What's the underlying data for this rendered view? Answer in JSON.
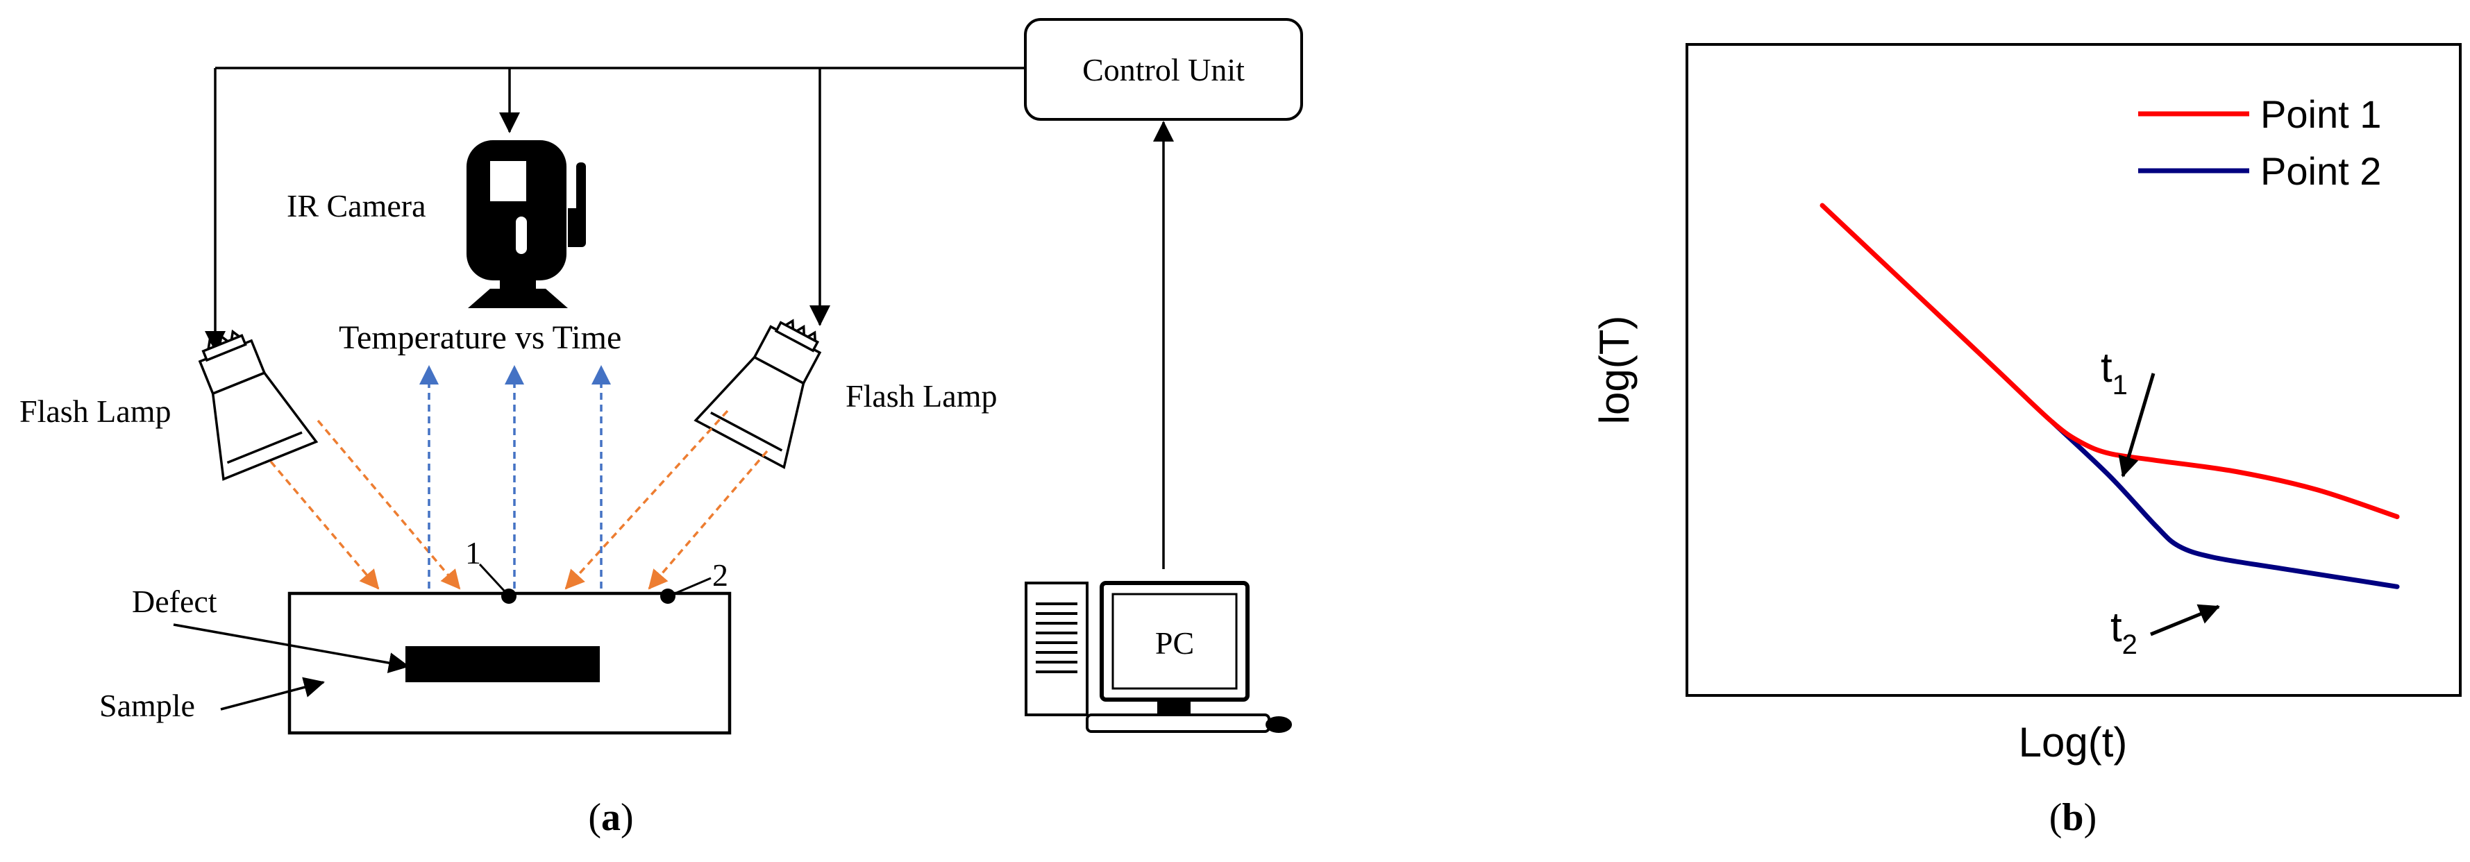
{
  "panel_a": {
    "control_unit_label": "Control Unit",
    "ir_camera_label": "IR Camera",
    "temperature_label": "Temperature vs Time",
    "flash_lamp_left_label": "Flash Lamp",
    "flash_lamp_right_label": "Flash Lamp",
    "point1_label": "1",
    "point2_label": "2",
    "defect_label": "Defect",
    "sample_label": "Sample",
    "pc_label": "PC",
    "caption_open": "(",
    "caption_letter": "a",
    "caption_close": ")"
  },
  "panel_b": {
    "caption_open": "(",
    "caption_letter": "b",
    "caption_close": ")",
    "t1_main": "t",
    "t1_sub": "1",
    "t2_main": "t",
    "t2_sub": "2"
  },
  "colors": {
    "point1": "#ff0000",
    "point2": "#000080",
    "flash_rays": "#ed7d31",
    "ir_rays": "#4472c4"
  },
  "chart_data": {
    "type": "line",
    "title": "",
    "xlabel": "Log(t)",
    "ylabel": "log(T)",
    "xscale": "log",
    "yscale": "log",
    "tick_labels": "none",
    "grid": false,
    "legend_position": "top-right",
    "note": "Schematic curve; no numeric axis values are printed. Values are in arbitrary normalized units.",
    "xlim": [
      0,
      1
    ],
    "ylim": [
      0,
      1
    ],
    "series": [
      {
        "name": "Point 1",
        "color": "#ff0000",
        "x": [
          0.0,
          0.15,
          0.3,
          0.4,
          0.45,
          0.5,
          0.58,
          0.72,
          0.86,
          1.0
        ],
        "y": [
          0.96,
          0.78,
          0.6,
          0.48,
          0.435,
          0.41,
          0.395,
          0.37,
          0.33,
          0.27
        ]
      },
      {
        "name": "Point 2",
        "color": "#000080",
        "x": [
          0.4,
          0.5,
          0.58,
          0.62,
          0.68,
          0.8,
          0.9,
          1.0
        ],
        "y": [
          0.48,
          0.36,
          0.25,
          0.205,
          0.18,
          0.155,
          0.135,
          0.115
        ]
      }
    ]
  }
}
